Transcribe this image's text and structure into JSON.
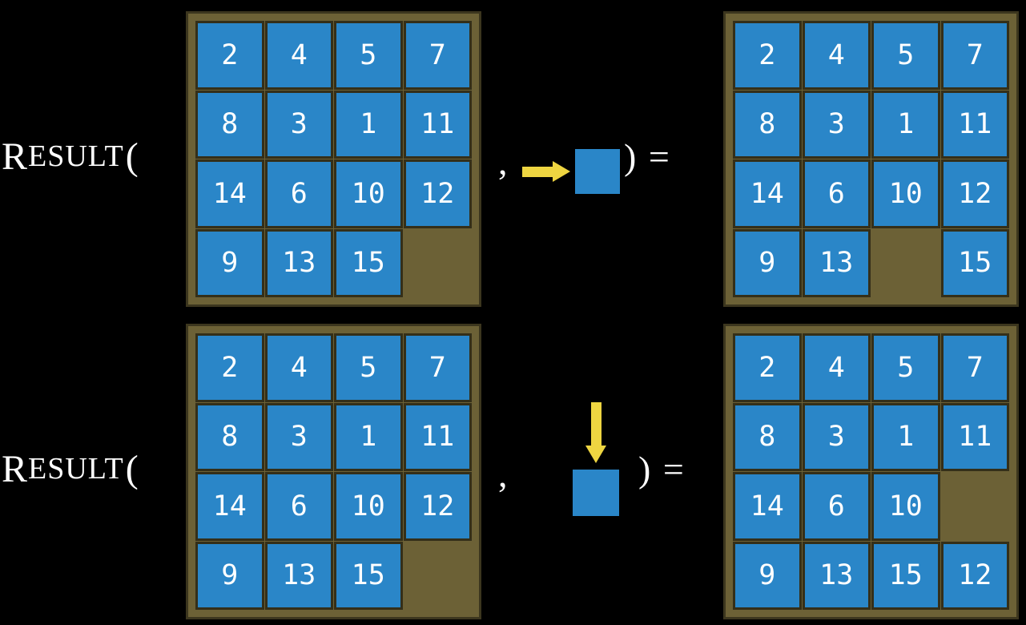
{
  "colors": {
    "background": "#000000",
    "board_bg": "#6c6136",
    "tile_blue": "#2a86c8",
    "arrow_yellow": "#eed541",
    "text": "#ffffff"
  },
  "function_label": {
    "initial": "R",
    "rest": "ESULT",
    "open_paren": "("
  },
  "punctuation": {
    "comma": ",",
    "close_equals": ") ="
  },
  "examples": [
    {
      "name": "result-move-right",
      "action_icon": "arrow-right-icon",
      "action_direction": "right",
      "state_before": [
        [
          "2",
          "4",
          "5",
          "7"
        ],
        [
          "8",
          "3",
          "1",
          "11"
        ],
        [
          "14",
          "6",
          "10",
          "12"
        ],
        [
          "9",
          "13",
          "15",
          ""
        ]
      ],
      "state_after": [
        [
          "2",
          "4",
          "5",
          "7"
        ],
        [
          "8",
          "3",
          "1",
          "11"
        ],
        [
          "14",
          "6",
          "10",
          "12"
        ],
        [
          "9",
          "13",
          "",
          "15"
        ]
      ]
    },
    {
      "name": "result-move-down",
      "action_icon": "arrow-down-icon",
      "action_direction": "down",
      "state_before": [
        [
          "2",
          "4",
          "5",
          "7"
        ],
        [
          "8",
          "3",
          "1",
          "11"
        ],
        [
          "14",
          "6",
          "10",
          "12"
        ],
        [
          "9",
          "13",
          "15",
          ""
        ]
      ],
      "state_after": [
        [
          "2",
          "4",
          "5",
          "7"
        ],
        [
          "8",
          "3",
          "1",
          "11"
        ],
        [
          "14",
          "6",
          "10",
          ""
        ],
        [
          "9",
          "13",
          "15",
          "12"
        ]
      ]
    }
  ]
}
